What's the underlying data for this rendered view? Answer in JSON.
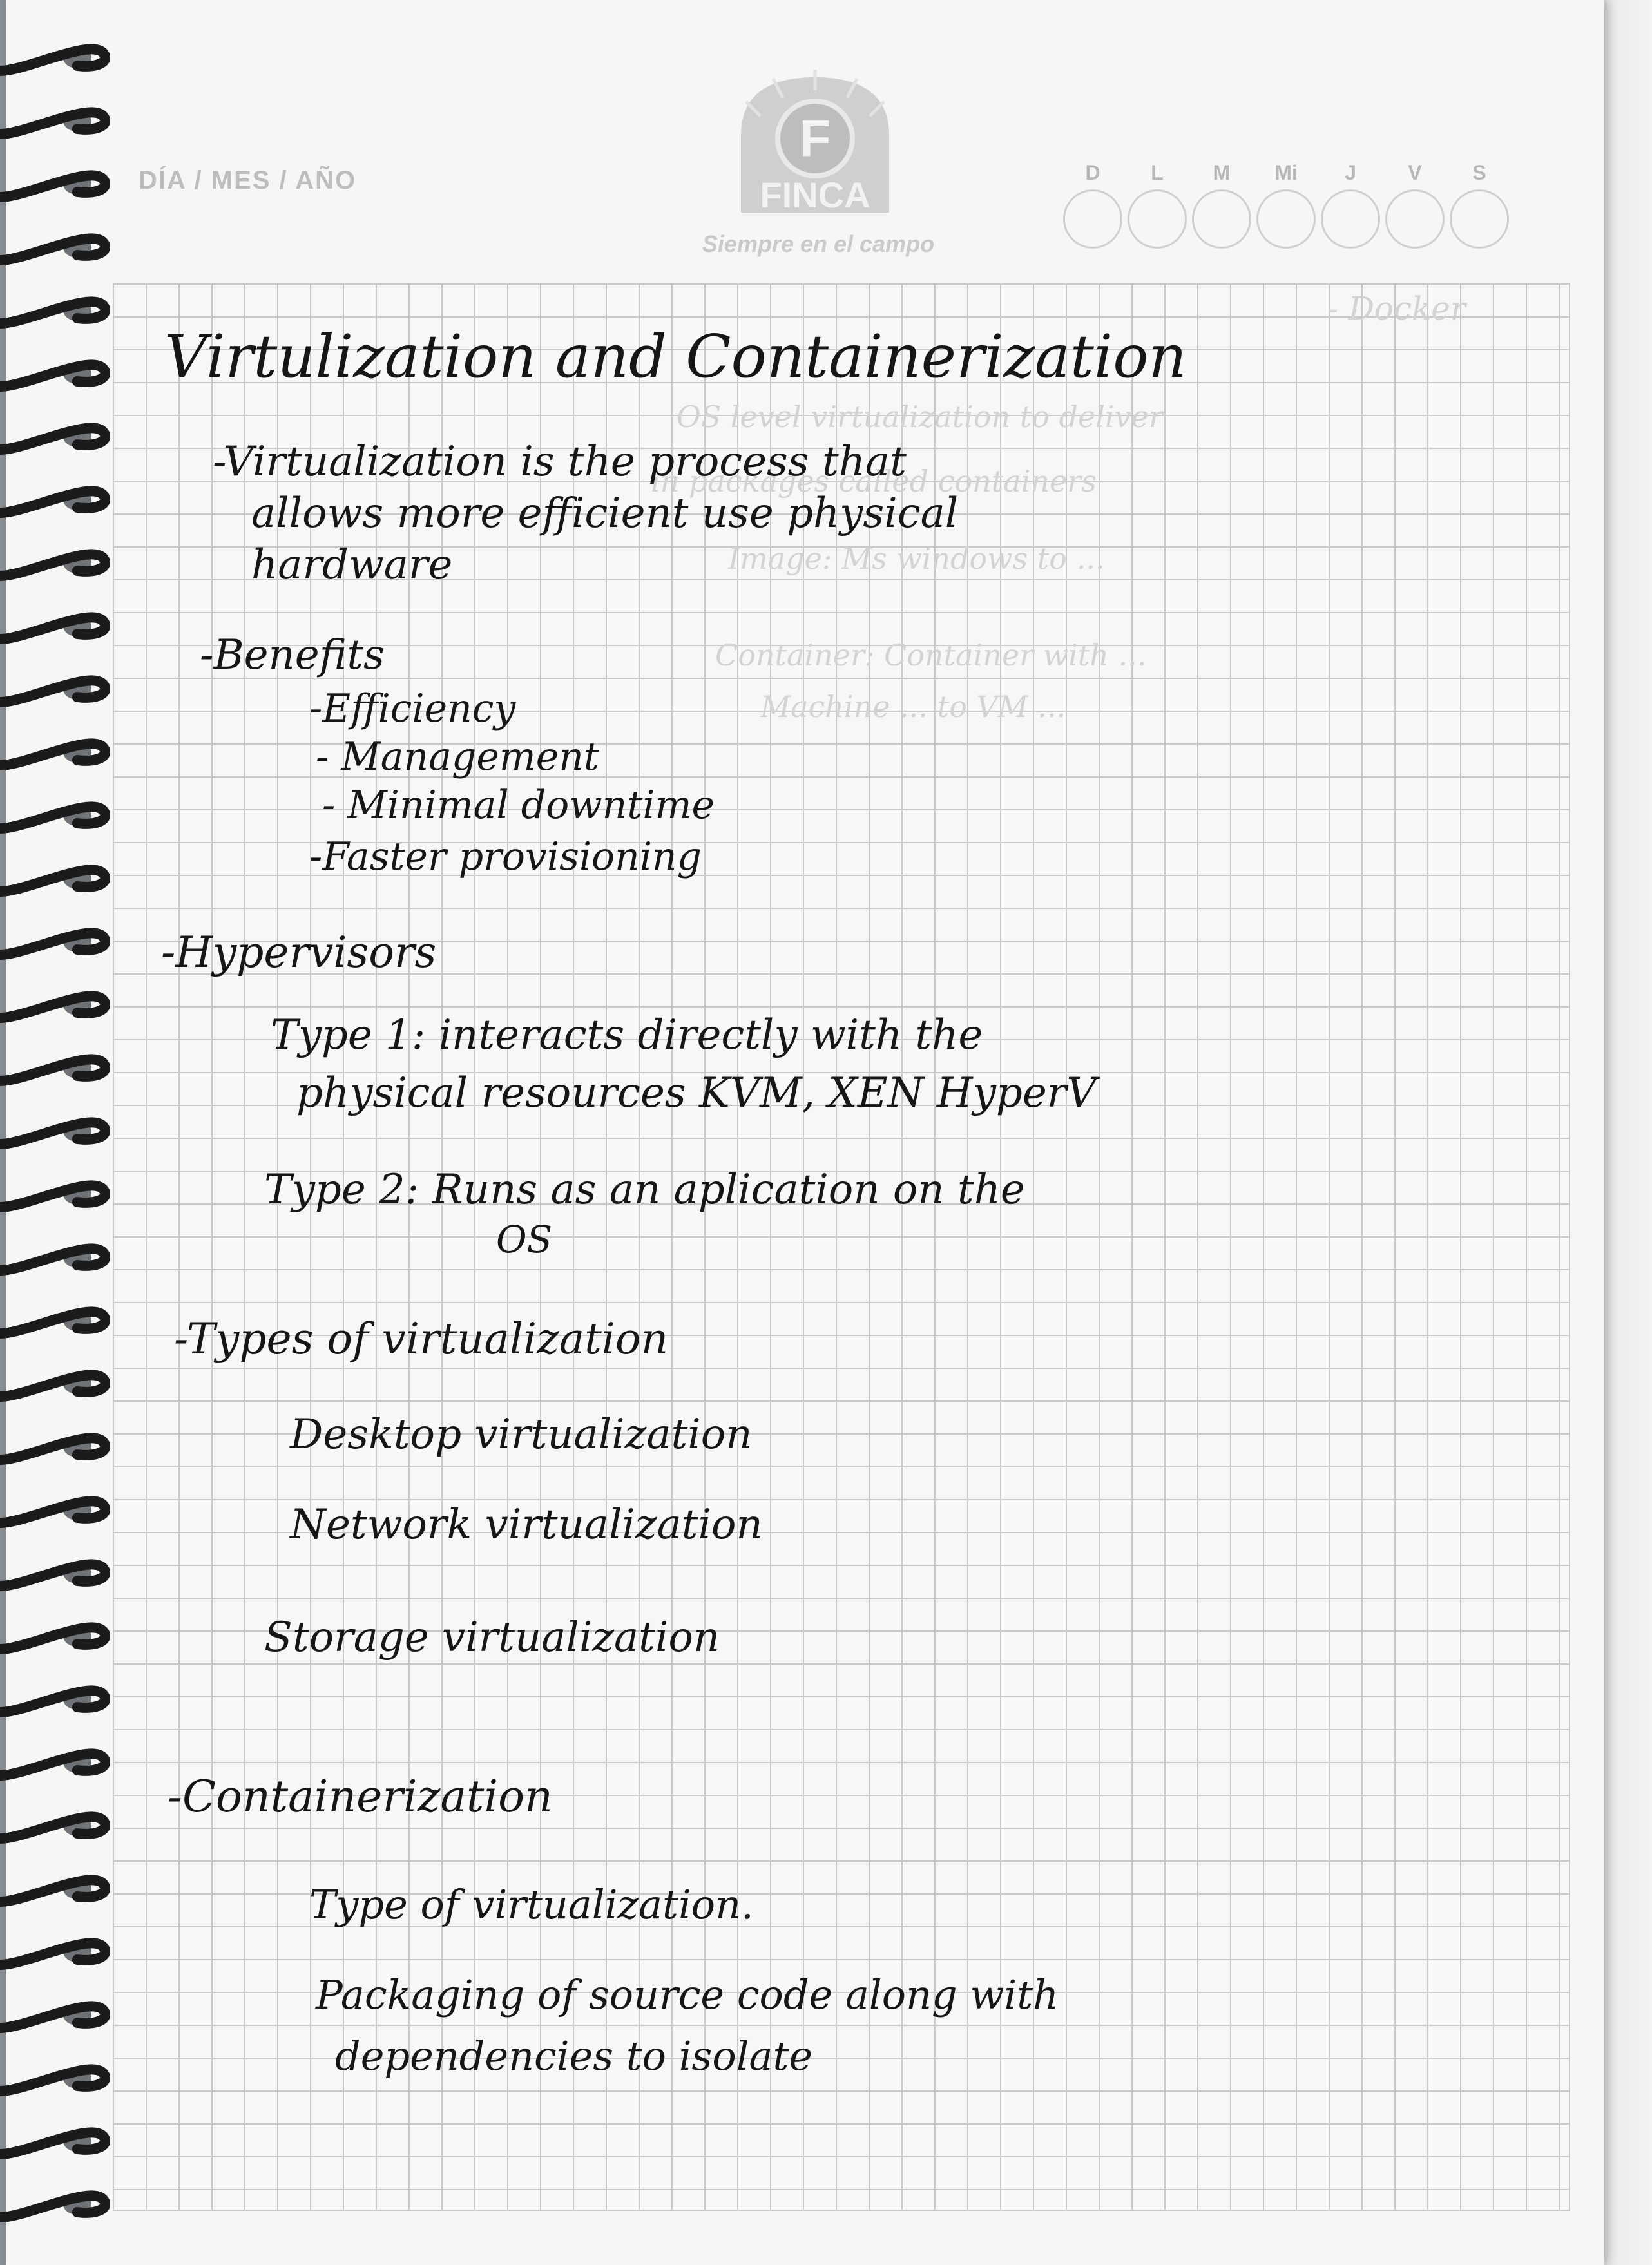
{
  "header": {
    "date_label": "DÍA / MES / AÑO",
    "logo_letter": "F",
    "logo_text": "FINCA",
    "tagline": "Siempre en el campo",
    "days": [
      "D",
      "L",
      "M",
      "Mi",
      "J",
      "V",
      "S"
    ]
  },
  "notes": {
    "title": "Virtulization and Containerization",
    "definition_line1": "-Virtualization is the process that",
    "definition_line2": "allows more efficient use physical",
    "definition_line3": "hardware",
    "benefits_heading": "-Benefits",
    "benefits": [
      "-Efficiency",
      "- Management",
      "- Minimal downtime",
      "-Faster provisioning"
    ],
    "hypervisors_heading": "-Hypervisors",
    "type1_line1": "Type 1: interacts directly with the",
    "type1_line2": "physical resources KVM, XEN HyperV",
    "type2_line1": "Type 2: Runs as an aplication on the",
    "type2_line2": "OS",
    "types_heading": "-Types of virtualization",
    "types": [
      "Desktop virtualization",
      "Network virtualization",
      "Storage virtualization"
    ],
    "containerization_heading": "-Containerization",
    "container_line1": "Type of virtualization.",
    "container_line2": "Packaging of source code along with",
    "container_line3": "dependencies to isolate"
  },
  "bleed_through": [
    "- Docker",
    "OS level virtualization to deliver",
    "in packages called containers",
    "Image: Ms windows to ...",
    "Container: Container with ...",
    "Machine ... to VM ..."
  ],
  "colors": {
    "ink": "#161616",
    "grid": "#c9c9c9",
    "paper": "#f6f6f4",
    "logo": "#cfcfcf"
  }
}
